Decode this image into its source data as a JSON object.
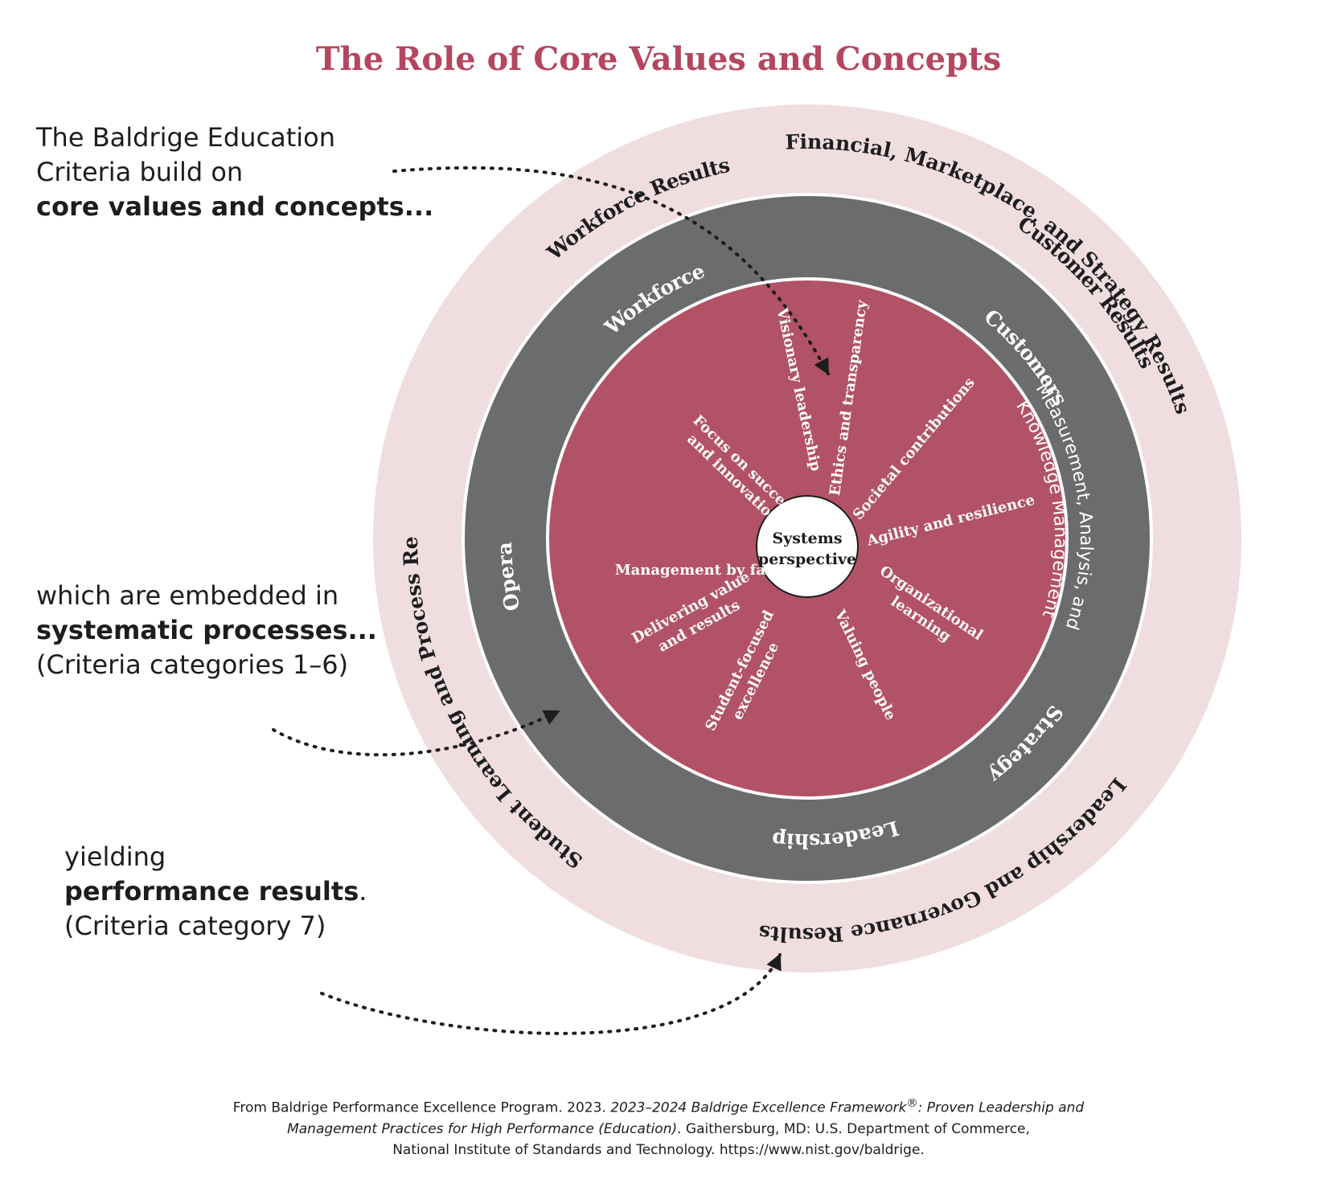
{
  "title": "The Role of Core Values and Concepts",
  "left_texts": {
    "block1": {
      "line1": "The Baldrige Education",
      "line2": "Criteria build on",
      "bold": "core values and concepts..."
    },
    "block2": {
      "line1": "which are embedded in",
      "bold": "systematic processes...",
      "line3": "(Criteria categories 1–6)"
    },
    "block3": {
      "line1": "yielding",
      "bold": "performance results",
      "bold_suffix": ".",
      "line3": "(Criteria category 7)"
    }
  },
  "outer_ring": {
    "labels": [
      "Leadership and Governance Results",
      "Student Learning and Process Results",
      "Workforce Results",
      "Customer Results",
      "Financial, Marketplace, and Strategy Results"
    ]
  },
  "middle_ring": {
    "labels": [
      "Leadership",
      "Operations",
      "Workforce",
      "Customers",
      "Strategy"
    ],
    "measurement_line1": "Measurement, Analysis, and",
    "measurement_line2": "Knowledge Management"
  },
  "core_values": {
    "visionary": "Visionary leadership",
    "ethics": "Ethics and transparency",
    "societal": "Societal contributions",
    "agility": "Agility and resilience",
    "org_line1": "Organizational",
    "org_line2": "learning",
    "valuing": "Valuing people",
    "student_line1": "Student-focused",
    "student_line2": "excellence",
    "delivering_line1": "Delivering value",
    "delivering_line2": "and results",
    "management": "Management by fact",
    "focus_line1": "Focus on success",
    "focus_line2": "and innovation"
  },
  "center": {
    "line1": "Systems",
    "line2": "perspective"
  },
  "citation": {
    "part1": "From Baldrige Performance Excellence Program. 2023. ",
    "italic1": "2023–2024 Baldrige Excellence Framework",
    "reg": "®",
    "italic2": ": Proven Leadership and",
    "italic3": "Management Practices for High Performance (Education)",
    "part2": ". Gaithersburg, MD: U.S. Department of Commerce,",
    "line3": "National Institute of Standards and Technology. https://www.nist.gov/baldrige."
  },
  "colors": {
    "outer_ring": "#f0dde0",
    "middle_ring": "#6b6c6e",
    "core": "#b25266",
    "title": "#b4465f",
    "text": "#1d1d1d"
  }
}
